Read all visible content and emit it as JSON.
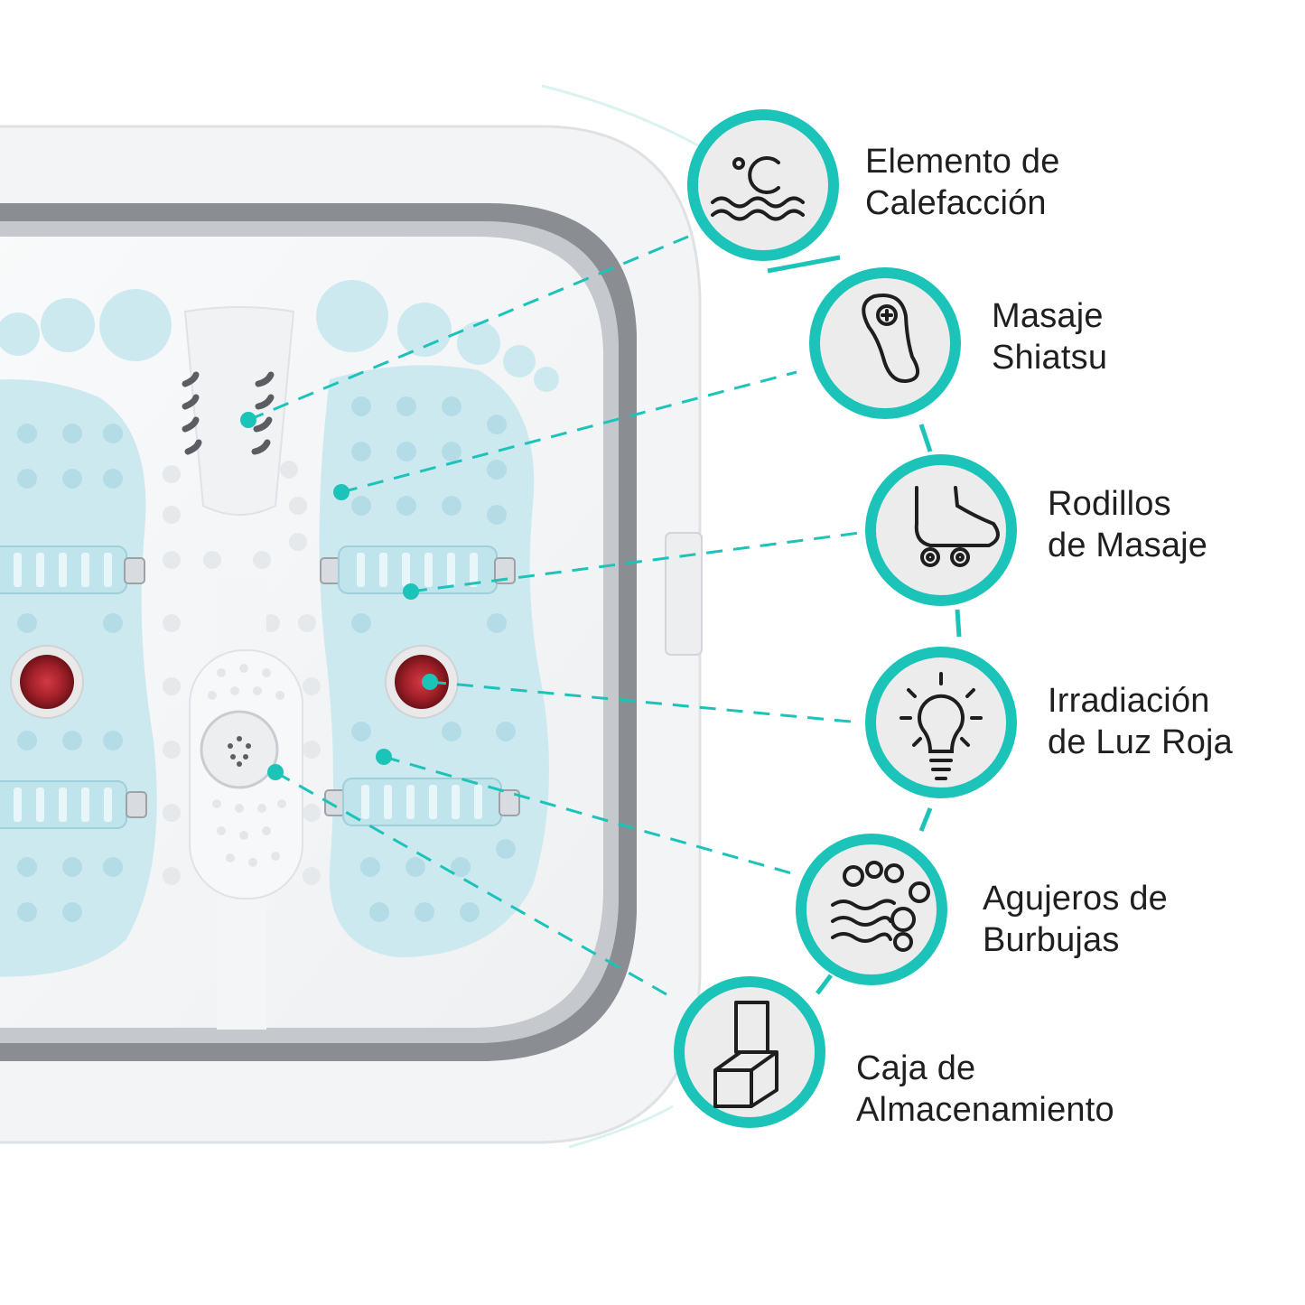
{
  "colors": {
    "accent": "#1cc3b8",
    "icon_bg": "#ececec",
    "icon_stroke": "#1e1e1e",
    "basin_white": "#f7f8f9",
    "basin_grey": "#8a8d91",
    "foot_blue": "#cde9f0",
    "roller_blue": "#bfe4ec",
    "red_light": "#a3202a",
    "label_text": "#1f1f1f"
  },
  "features": [
    {
      "icon": "thermometer-water-icon",
      "line1": "Elemento de",
      "line2": "Calefacción"
    },
    {
      "icon": "shiatsu-massager-icon",
      "line1": "Masaje",
      "line2": "Shiatsu"
    },
    {
      "icon": "foot-rollers-icon",
      "line1": "Rodillos",
      "line2": "de Masaje"
    },
    {
      "icon": "light-bulb-icon",
      "line1": "Irradiación",
      "line2": "de Luz Roja"
    },
    {
      "icon": "bubbles-icon",
      "line1": "Agujeros de",
      "line2": "Burbujas"
    },
    {
      "icon": "storage-box-icon",
      "line1": "Caja de",
      "line2": "Almacenamiento"
    }
  ]
}
